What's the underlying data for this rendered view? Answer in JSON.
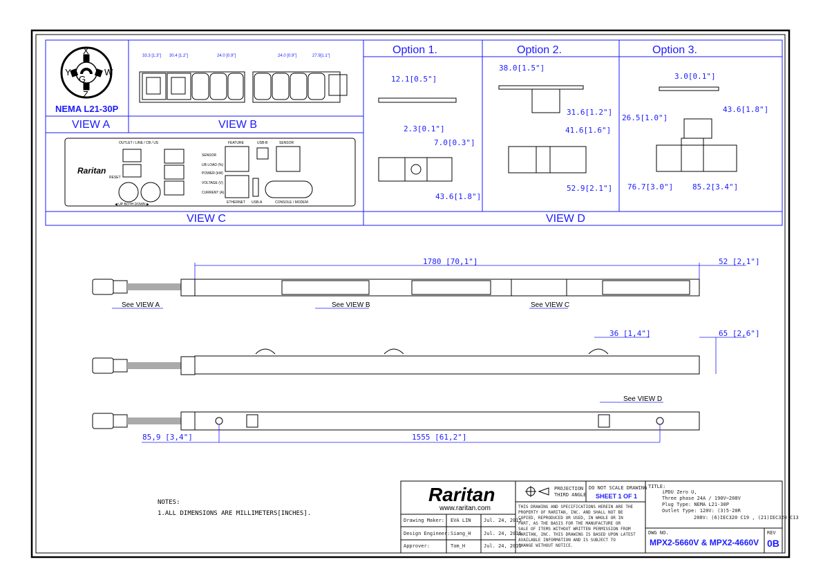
{
  "plug_letters": {
    "x": "X",
    "y": "Y",
    "w": "W",
    "g": "G",
    "z": "Z"
  },
  "nema_label": "NEMA L21-30P",
  "view_labels": {
    "a": "VIEW A",
    "b": "VIEW B",
    "c": "VIEW C",
    "d": "VIEW D"
  },
  "view_b_dims": [
    "33.3 [1.3\"]",
    "30.4 [1.2\"]",
    "24.0 [0.9\"]",
    "24.0 [0.9\"]",
    "27.9[1.1\"]"
  ],
  "panel": {
    "header": "OUTLET / LINE / CB / US",
    "brand": "Raritan",
    "reset": "RESET",
    "indicators": [
      "SENSOR",
      "UB LOAD (%)",
      "POWER (kW)",
      "VOLTAGE (V)",
      "CURRENT (A)"
    ],
    "feature": "FEATURE",
    "usb_b": "USB-B",
    "sensor": "SENSOR",
    "ethernet": "ETHERNET",
    "usb_a": "USB-A",
    "console": "CONSOLE / MODEM",
    "buttons": "◀   UP  BOTH  DOWN   ▶"
  },
  "options": {
    "titles": [
      "Option 1.",
      "Option  2.",
      "Option 3."
    ],
    "opt1_dims": [
      "12.1[0.5\"]",
      "2.3[0.1\"]",
      "7.0[0.3\"]",
      "43.6[1.8\"]"
    ],
    "opt2_dims": [
      "38.0[1.5\"]",
      "31.6[1.2\"]",
      "41.6[1.6\"]",
      "52.9[2.1\"]"
    ],
    "opt3_dims": [
      "3.0[0.1\"]",
      "26.5[1.0\"]",
      "43.6[1.8\"]",
      "76.7[3.0\"]",
      "85.2[3.4\"]"
    ]
  },
  "pdu_dims": {
    "length": "1780 [70,1\"]",
    "end": "52 [2,1\"]",
    "height": "36 [1,4\"]",
    "depth": "65 [2,6\"]",
    "offset": "85,9 [3,4\"]",
    "mount": "1555 [61,2\"]"
  },
  "see_labels": {
    "a": "See VIEW A",
    "b": "See VIEW B",
    "c": "See VIEW C",
    "d": "See VIEW D"
  },
  "notes": {
    "heading": "NOTES:",
    "line1": "1.ALL DIMENSIONS ARE MILLIMETERS[INCHES]."
  },
  "title_block": {
    "brand": "Raritan",
    "website": "www.raritan.com",
    "projection": "PROJECTION\nTHIRD ANGLE",
    "projection_1": "PROJECTION",
    "projection_2": "THIRD ANGLE",
    "no_scale": "DO NOT SCALE DRAWING",
    "sheet": "SHEET 1 OF 1",
    "legal": [
      "THIS DRAWING AND SPECIFICATIONS HEREIN ARE THE",
      "PROPERTY OF RARITAN, INC. AND SHALL NOT BE",
      "COPIED, REPRODUCED OR USED, IN WHOLE OR IN",
      "PART, AS THE BASIS FOR THE MANUFACTURE OR",
      "SALE OF ITEMS WITHOUT WRITTEN PERMISSION FROM",
      "RARITAN, INC. THIS DRAWING IS BASED UPON LATEST",
      "AVAILABLE INFORMATION AND IS SUBJECT TO",
      "CHANGE WITHOUT NOTICE."
    ],
    "rows": [
      {
        "role": "Drawing Maker:",
        "name": "EVA LIN",
        "date": "Jul. 24, 2015"
      },
      {
        "role": "Design Engineer:",
        "name": "Siang_H",
        "date": "Jul. 24, 2015"
      },
      {
        "role": "Approver:",
        "name": "Tom_H",
        "date": "Jul. 24, 2015"
      }
    ],
    "title_label": "TITLE:",
    "title_lines": [
      "iPDU Zero U,",
      "Three phase 24A / 190V~208V",
      "Plug Type: NEMA L21-30P",
      "Outlet Type: 120V: (3)5-20R",
      "208V: (6)IEC320 C19 , (21)IEC320 C13"
    ],
    "dwg_label": "DWG NO.",
    "dwg_no": "MPX2-5660V & MPX2-4660V",
    "rev_label": "REV",
    "rev": "0B"
  },
  "colors": {
    "accent": "#1a1aff",
    "line": "#000000"
  }
}
